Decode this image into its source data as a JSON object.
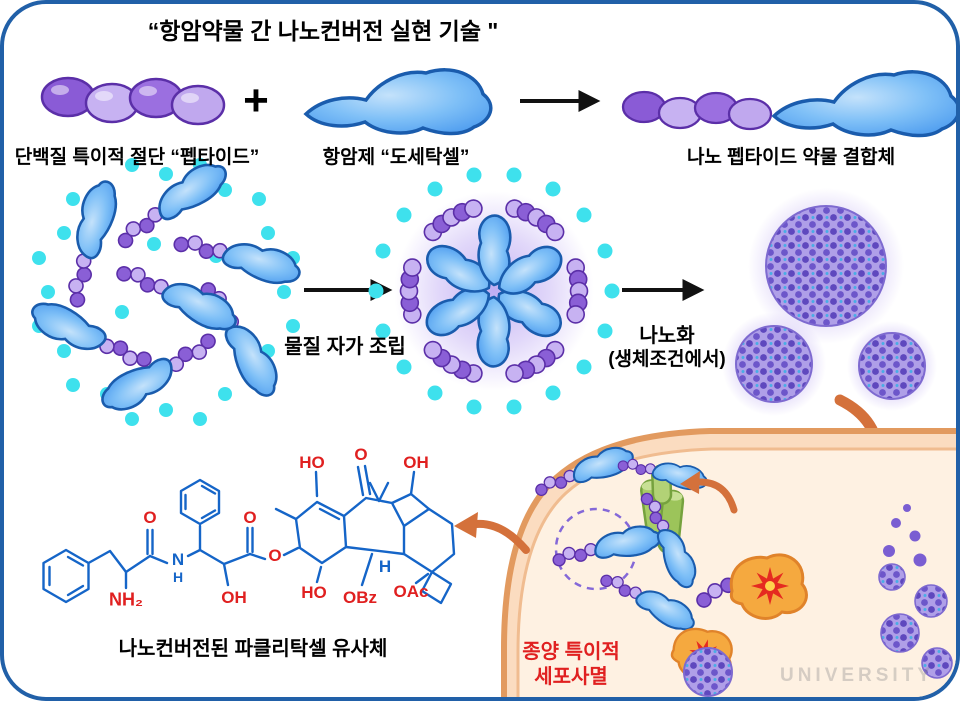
{
  "title": "“항암약물 간 나노컨버전 실현 기술 \"",
  "row1": {
    "peptide_label": "단백질 특이적 절단 “펩타이드”",
    "plus": "+",
    "drug_label": "항암제 “도세탁셀”",
    "conjugate_label": "나노 펩타이드 약물 결합체"
  },
  "row2": {
    "assembly_label": "물질 자가 조립",
    "nano_label_line1": "나노화",
    "nano_label_line2": "(생체조건에서)"
  },
  "bottom": {
    "chem_label": "나노컨버전된 파클리탁셀 유사체",
    "cell_label_line1": "종양 특이적",
    "cell_label_line2": "세포사멸"
  },
  "chem": {
    "ho_top": "HO",
    "o_ketone": "O",
    "oh_top": "OH",
    "o_amide": "O",
    "o_ester_carbonyl": "O",
    "o_ester": "O",
    "n": "N",
    "h_n": "H",
    "nh2": "NH₂",
    "oh_chain": "OH",
    "ho_bottom": "HO",
    "obz": "OBz",
    "oac": "OAc",
    "h_ring": "H"
  },
  "watermark": "UNIVERSITY",
  "colors": {
    "border": "#2160A8",
    "drug_blue": "#4898EE",
    "peptide_purple": "#8A5FD6",
    "cyan_dot": "#3EE1ED",
    "nanoparticle_purple": "#6D56CA",
    "cell_membrane_orange": "#E29A5F",
    "arrow_orange": "#D4713B",
    "label_red": "#E02020",
    "chem_blue": "#1565C8"
  }
}
